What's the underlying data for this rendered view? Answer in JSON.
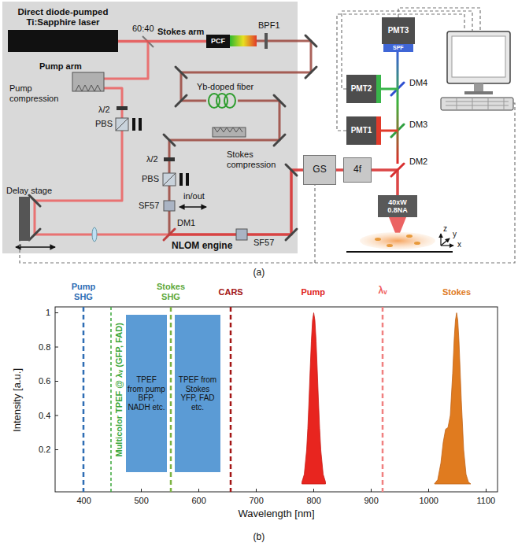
{
  "diagram": {
    "nodes": [
      {
        "text": [
          "NLOM engine"
        ]
      },
      {
        "text": [
          "Direct diode-pumped Ti:Sapphire laser"
        ],
        "in": 0
      },
      {
        "text": [
          "PCF"
        ],
        "in": 0
      },
      {
        "text": [
          "GS"
        ]
      },
      {
        "text": [
          "4f"
        ]
      },
      {
        "text": [
          "PMT3"
        ]
      },
      {
        "text": [
          "PMT2"
        ]
      },
      {
        "text": [
          "PMT1"
        ]
      },
      {
        "text": [
          "40xW 0.8NA"
        ]
      },
      {
        "text": [
          "TPEF from pump BFP, NADH etc."
        ]
      },
      {
        "text": [
          "TPEF from Stokes YFP, FAD etc."
        ]
      }
    ],
    "edges": [
      {
        "from": 1,
        "to": 2,
        "arrow": "none"
      },
      {
        "from": 3,
        "to": 4,
        "arrow": "none"
      },
      {
        "from": 4,
        "to": 8,
        "arrow": "none"
      }
    ],
    "labels": [
      "60:40",
      "Stokes arm",
      "BPF1",
      "Pump arm",
      "Pump compression",
      "λ/2",
      "PBS",
      "Yb-doped fiber",
      "Stokes compression",
      "λ/2",
      "PBS",
      "SF57",
      "in/out",
      "SF57",
      "Delay stage",
      "DM1",
      "SPF",
      "DM4",
      "DM3",
      "DM2",
      "z",
      "y",
      "x",
      "(a)",
      "Pump SHG",
      "Stokes SHG",
      "CARS",
      "Pump",
      "λᵥ",
      "Stokes",
      "Multicolor TPEF @ λᵥ (GFP, FAD)",
      "1",
      "0.8",
      "0.6",
      "0.4",
      "0.2",
      "400",
      "500",
      "600",
      "700",
      "800",
      "900",
      "1000",
      "1100",
      "Intensity [a.u.]",
      "Wavelength [nm]",
      "(b)"
    ]
  }
}
